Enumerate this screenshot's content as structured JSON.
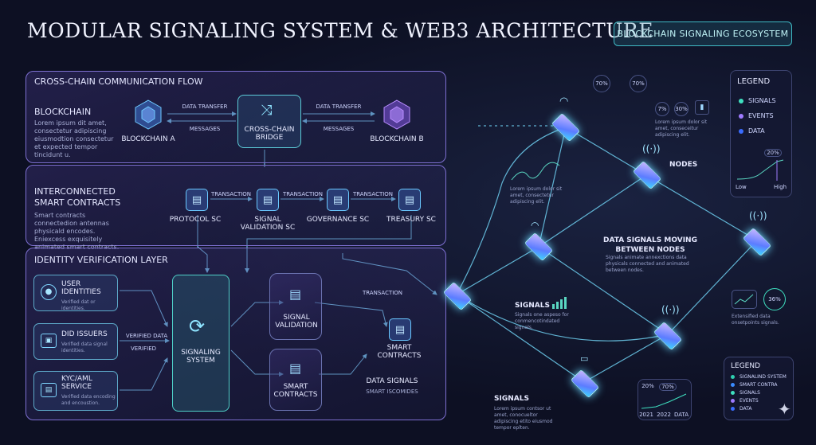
{
  "title": "MODULAR SIGNALING SYSTEM & WEB3 ARCHITECTURE",
  "tag_button": "BLOCKCHAIN SIGNALING ECOSYSTEM",
  "crosschain": {
    "title": "CROSS-CHAIN COMMUNICATION FLOW",
    "side_title": "BLOCKCHAIN",
    "side_desc": "Lorem ipsum dit amet, consectetur adipiscing eiusmodtion consectetur et expected tempor tincidunt u.",
    "chain_a": "BLOCKCHAIN A",
    "chain_b": "BLOCKCHAIN B",
    "bridge": "CROSS-CHAIN BRIDGE",
    "data_transfer": "DATA TRANSFER",
    "messages": "MESSAGES"
  },
  "contracts": {
    "title": "INTERCONNECTED SMART CONTRACTS",
    "desc": "Smart contracts connectedion antennas physicald encodes. Eniexcess exquisitely animated smart contracts.",
    "transaction": "TRANSACTION",
    "items": [
      "PROTOCOL SC",
      "SIGNAL VALIDATION SC",
      "GOVERNANCE SC",
      "TREASURY SC"
    ]
  },
  "identity": {
    "title": "IDENTITY VERIFICATION LAYER",
    "items": [
      {
        "label": "USER IDENTITIES",
        "desc": "Verified dat or identities."
      },
      {
        "label": "DID ISSUERS",
        "desc": "Verified data signal identities."
      },
      {
        "label": "KYC/AML SERVICE",
        "desc": "Verified data encoding and encoustion."
      }
    ],
    "verified_data": "VERIFIED DATA",
    "verified": "VERIFIED",
    "signaling": "SIGNALING SYSTEM",
    "signal_validation": "SIGNAL VALIDATION",
    "smart_contracts": "SMART CONTRACTS",
    "smart_contracts2": "SMART CONTRACTS",
    "transaction": "TRANSACTION",
    "data_signals": "DATA SIGNALS",
    "data_signals_sub": "SMART ISCOMIDES"
  },
  "network": {
    "nodes_label": "NODES",
    "moving_title": "DATA SIGNALS MOVING BETWEEN NODES",
    "moving_desc": "Signals animate annexctions data physicals connected and animated between nodes.",
    "signals_mid": "SIGNALS",
    "signals_mid_desc": "Signals one aspeso for conmencotindated signals.",
    "signals_bottom": "SIGNALS",
    "signals_bottom_desc": "Lorem ipsum contsor ut amet, conocueltor adipiscing etito eiusmod tempor eplten.",
    "top_note": "Lorem ipsum dolor sit amet, conseceitur adipiscing elit.",
    "chart_note": "Lorem ipsum dolor sit amet, consectetur adipiscing elit.",
    "pct1": "70%",
    "pct2": "70%",
    "pct3": "7%",
    "pct4": "30%",
    "right_pct": "36%",
    "right_note": "Extensified data onsetpoints signals.",
    "chart_pct": "70%",
    "chart_pct2": "20%",
    "chart_years": [
      "2021",
      "2022",
      "DATA"
    ]
  },
  "legend1": {
    "title": "LEGEND",
    "items": [
      {
        "label": "SIGNALS",
        "color": "#3fe0c0"
      },
      {
        "label": "EVENTS",
        "color": "#9f7bff"
      },
      {
        "label": "DATA",
        "color": "#3a6cff"
      }
    ],
    "pct": "20%",
    "low": "Low",
    "high": "High"
  },
  "legend2": {
    "title": "LEGEND",
    "items": [
      {
        "label": "SIGNALIND SYSTEM",
        "color": "#2fd0b0"
      },
      {
        "label": "SMART CONTRA",
        "color": "#3a8bff"
      },
      {
        "label": "SIGNALS",
        "color": "#3fe0c0"
      },
      {
        "label": "EVENTS",
        "color": "#9f7bff"
      },
      {
        "label": "DATA",
        "color": "#3a6cff"
      }
    ]
  }
}
